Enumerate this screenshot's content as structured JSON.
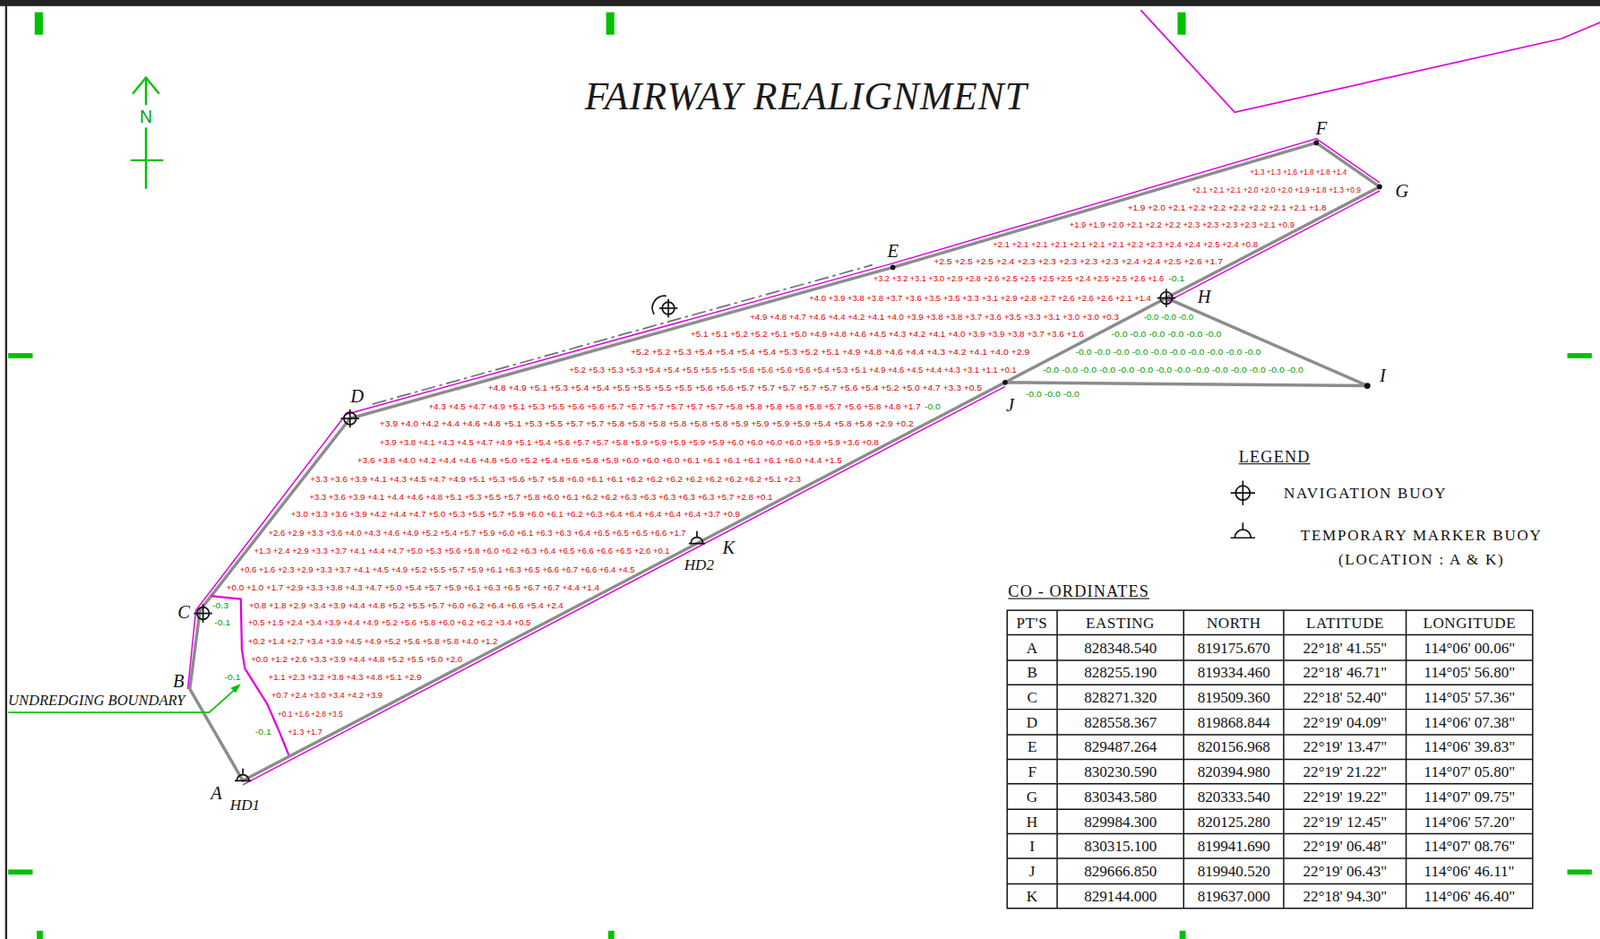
{
  "diagram": {
    "title": "FAIRWAY REALIGNMENT",
    "labels": [
      "N",
      "A",
      "B",
      "C",
      "D",
      "E",
      "F",
      "G",
      "H",
      "I",
      "J",
      "K",
      "HD1",
      "HD2",
      "UNDREDGING BOUNDARY",
      "LEGEND",
      "CO - ORDINATES",
      "PT'S",
      "EASTING",
      "NORTH",
      "LATITUDE",
      "LONGITUDE",
      "A",
      "828348.540",
      "819175.670",
      "22°18' 41.55\"",
      "114°06' 00.06\"",
      "B",
      "828255.190",
      "819334.460",
      "22°18' 46.71\"",
      "114°05' 56.80\"",
      "C",
      "828271.320",
      "819509.360",
      "22°18' 52.40\"",
      "114°05' 57.36\"",
      "D",
      "828558.367",
      "819868.844",
      "22°19' 04.09\"",
      "114°06' 07.38\"",
      "E",
      "829487.264",
      "820156.968",
      "22°19' 13.47\"",
      "114°06' 39.83\"",
      "F",
      "830230.590",
      "820394.980",
      "22°19' 21.22\"",
      "114°07' 05.80\"",
      "G",
      "830343.580",
      "820333.540",
      "22°19' 19.22\"",
      "114°07' 09.75\"",
      "H",
      "829984.300",
      "820125.280",
      "22°19' 12.45\"",
      "114°06' 57.20\"",
      "I",
      "830315.100",
      "819941.690",
      "22°19' 06.48\"",
      "114°07' 08.76\"",
      "J",
      "829666.850",
      "819940.520",
      "22°19' 06.43\"",
      "114°06' 46.11\"",
      "K",
      "829144.000",
      "819637.000",
      "22°18' 94.30\"",
      "114°06' 46.40\"",
      "+1.3 +1.3 +1.6 +1.8 +1.8 +1.4",
      "+2.1 +2.1 +2.1 +2.0 +2.0 +2.0 +1.9 +1.8 +1.3 +0.9",
      "+1.9 +2.0 +2.1 +2.2 +2.2 +2.2 +2.2 +2.1 +2.1 +1.8",
      "+1.9 +1.9 +2.0 +2.1 +2.2 +2.2 +2.3 +2.3 +2.3 +2.3 +2.1 +0.9",
      "+2.1 +2.1 +2.1 +2.1 +2.1 +2.1 +2.1 +2.2 +2.3 +2.4 +2.4 +2.5 +2.4 +0.8",
      "+2.5 +2.5 +2.5 +2.4 +2.3 +2.3 +2.3 +2.3 +2.3 +2.4 +2.4 +2.5 +2.6 +1.7",
      "+3.2 +3.2 +3.1 +3.0 +2.9 +2.8 +2.6 +2.5 +2.5 +2.5 +2.5 +2.4 +2.5 +2.5 +2.6 +1.6",
      "-0.1",
      "+4.0 +3.9 +3.8 +3.8 +3.7 +3.6 +3.5 +3.5 +3.3 +3.1 +2.9 +2.8 +2.7 +2.6 +2.6 +2.6 +2.1 +1.4",
      "+4.9 +4.8 +4.7 +4.6 +4.4 +4.2 +4.1 +4.0 +3.9 +3.8 +3.8 +3.7 +3.6 +3.5 +3.3 +3.1 +3.0 +3.0 +0.3",
      "-0.0 -0.0 -0.0",
      "+5.1 +5.1 +5.2 +5.2 +5.1 +5.0 +4.9 +4.8 +4.6 +4.5 +4.3 +4.2 +4.1 +4.0 +3.9 +3.9 +3.8 +3.7 +3.6 +1.6",
      "-0.0 -0.0 -0.0 -0.0 -0.0 -0.0",
      "+5.2 +5.2 +5.3 +5.4 +5.4 +5.4 +5.4 +5.3 +5.2 +5.1 +4.9 +4.8 +4.6 +4.4 +4.3 +4.2 +4.1 +4.0 +2.9",
      "-0.0 -0.0 -0.0 -0.0 -0.0 -0.0 -0.0 -0.0 -0.0 -0.0",
      "+5.2 +5.3 +5.3 +5.3 +5.4 +5.4 +5.5 +5.5 +5.5 +5.6 +5.6 +5.6 +5.6 +5.4 +5.3 +5.1 +4.9 +4.6 +4.5 +4.4 +4.3 +3.1 +1.1 +0.1",
      "-0.0 -0.0 -0.0 -0.0 -0.0 -0.0 -0.0 -0.0 -0.0 -0.0 -0.0 -0.0 -0.0 -0.0",
      "+4.8 +4.9 +5.1 +5.3 +5.4 +5.4 +5.5 +5.5 +5.5 +5.5 +5.6 +5.6 +5.7 +5.7 +5.7 +5.7 +5.7 +5.6 +5.4 +5.2 +5.0 +4.7 +3.3 +0.5",
      "-0.0 -0.0 -0.0",
      "+4.3 +4.5 +4.7 +4.9 +5.1 +5.3 +5.5 +5.6 +5.6 +5.7 +5.7 +5.7 +5.7 +5.7 +5.7 +5.8 +5.8 +5.8 +5.8 +5.8 +5.7 +5.6 +5.8 +4.8 +1.7",
      "-0.0",
      "+3.9 +4.0 +4.2 +4.4 +4.6 +4.8 +5.1 +5.3 +5.5 +5.7 +5.7 +5.8 +5.8 +5.8 +5.8 +5.8 +5.8 +5.9 +5.9 +5.9 +5.9 +5.4 +5.8 +5.8 +2.9 +0.2",
      "+3.9 +3.8 +4.1 +4.3 +4.5 +4.7 +4.9 +5.1 +5.4 +5.6 +5.7 +5.7 +5.8 +5.9 +5.9 +5.9 +5.9 +5.9 +6.0 +6.0 +6.0 +6.0 +5.9 +5.9 +3.6 +0.8",
      "+3.6 +3.8 +4.0 +4.2 +4.4 +4.6 +4.8 +5.0 +5.2 +5.4 +5.6 +5.8 +5.9 +6.0 +6.0 +6.0 +6.1 +6.1 +6.1 +6.1 +6.1 +6.0 +4.4 +1.5",
      "+3.3 +3.6 +3.9 +4.1 +4.3 +4.5 +4.7 +4.9 +5.1 +5.3 +5.6 +5.7 +5.8 +6.0 +6.1 +6.1 +6.2 +6.2 +6.2 +6.2 +6.2 +6.2 +6.2 +5.1 +2.3",
      "+3.3 +3.6 +3.9 +4.1 +4.4 +4.6 +4.8 +5.1 +5.3 +5.5 +5.7 +5.8 +6.0 +6.1 +6.2 +6.2 +6.3 +6.3 +6.3 +6.3 +6.3 +5.7 +2.8 +0.1",
      "+3.0 +3.3 +3.6 +3.9 +4.2 +4.4 +4.7 +5.0 +5.3 +5.5 +5.7 +5.9 +6.0 +6.1 +6.2 +6.3 +6.4 +6.4 +6.4 +6.4 +6.4 +3.7 +0.9",
      "+2.6 +2.9 +3.3 +3.6 +4.0 +4.3 +4.6 +4.9 +5.2 +5.4 +5.7 +5.9 +6.0 +6.1 +6.3 +6.3 +6.4 +6.5 +6.5 +6.5 +6.6 +1.7",
      "+1.3 +2.4 +2.9 +3.3 +3.7 +4.1 +4.4 +4.7 +5.0 +5.3 +5.6 +5.8 +6.0 +6.2 +6.3 +6.4 +6.5 +6.6 +6.6 +6.5 +2.6 +0.1",
      "+0.6 +1.6 +2.3 +2.9 +3.3 +3.7 +4.1 +4.5 +4.9 +5.2 +5.5 +5.7 +5.9 +6.1 +6.3 +6.5 +6.6 +6.7 +6.6 +6.4 +4.5",
      "+0.0 +1.0 +1.7 +2.9 +3.3 +3.8 +4.3 +4.7 +5.0 +5.4 +5.7 +5.9 +6.1 +6.3 +6.5 +6.7 +6.7 +4.4 +1.4",
      "-0.3",
      "+0.8 +1.8 +2.9 +3.4 +3.9 +4.4 +4.8 +5.2 +5.5 +5.7 +6.0 +6.2 +6.4 +6.6 +5.4 +2.4",
      "-0.1",
      "+0.5 +1.5 +2.4 +3.4 +3.9 +4.4 +4.9 +5.2 +5.6 +5.8 +6.0 +6.2 +6.2 +3.4 +0.5",
      "+0.2 +1.4 +2.7 +3.4 +3.9 +4.5 +4.9 +5.2 +5.6 +5.8 +5.8 +4.0 +1.2",
      "+0.0 +1.2 +2.6 +3.3 +3.9 +4.4 +4.8 +5.2 +5.5 +5.0 +2.0",
      "-0.1",
      "+1.1 +2.3 +3.2 +3.8 +4.3 +4.8 +5.1 +2.9",
      "+0.7 +2.4 +3.0 +3.4 +4.2 +3.9",
      "+0.1 +1.6 +2.8 +3.5",
      "-0.1",
      "+1.3 +1.7"
    ],
    "legend": [
      {
        "text": "NAVIGATION BUOY"
      },
      {
        "text": "TEMPORARY MARKER BUOY (LOCATION : A & K)"
      }
    ]
  }
}
